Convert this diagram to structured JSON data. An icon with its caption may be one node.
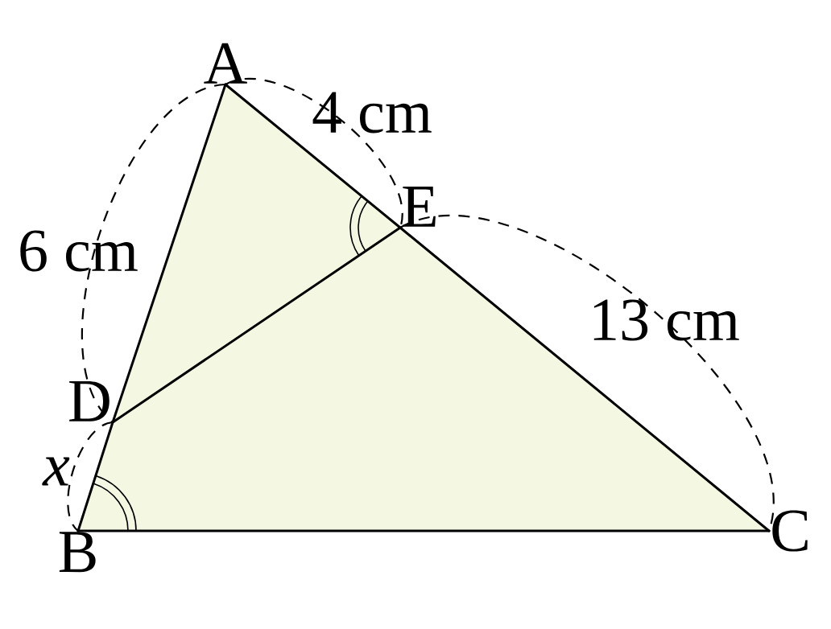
{
  "diagram": {
    "nodes": [
      {
        "text": [
          "A"
        ]
      },
      {
        "text": [
          "B"
        ]
      },
      {
        "text": [
          "C"
        ]
      },
      {
        "text": [
          "D"
        ]
      },
      {
        "text": [
          "E"
        ]
      }
    ],
    "edges": [
      {
        "from": 0,
        "to": 3,
        "arrow": "none"
      },
      {
        "from": 3,
        "to": 1,
        "arrow": "none"
      },
      {
        "from": 1,
        "to": 2,
        "arrow": "none"
      },
      {
        "from": 2,
        "to": 4,
        "arrow": "none"
      },
      {
        "from": 4,
        "to": 0,
        "arrow": "none"
      },
      {
        "from": 3,
        "to": 4,
        "arrow": "none"
      }
    ],
    "labels": [
      "4 cm",
      "6 cm",
      "13 cm",
      "x"
    ]
  }
}
